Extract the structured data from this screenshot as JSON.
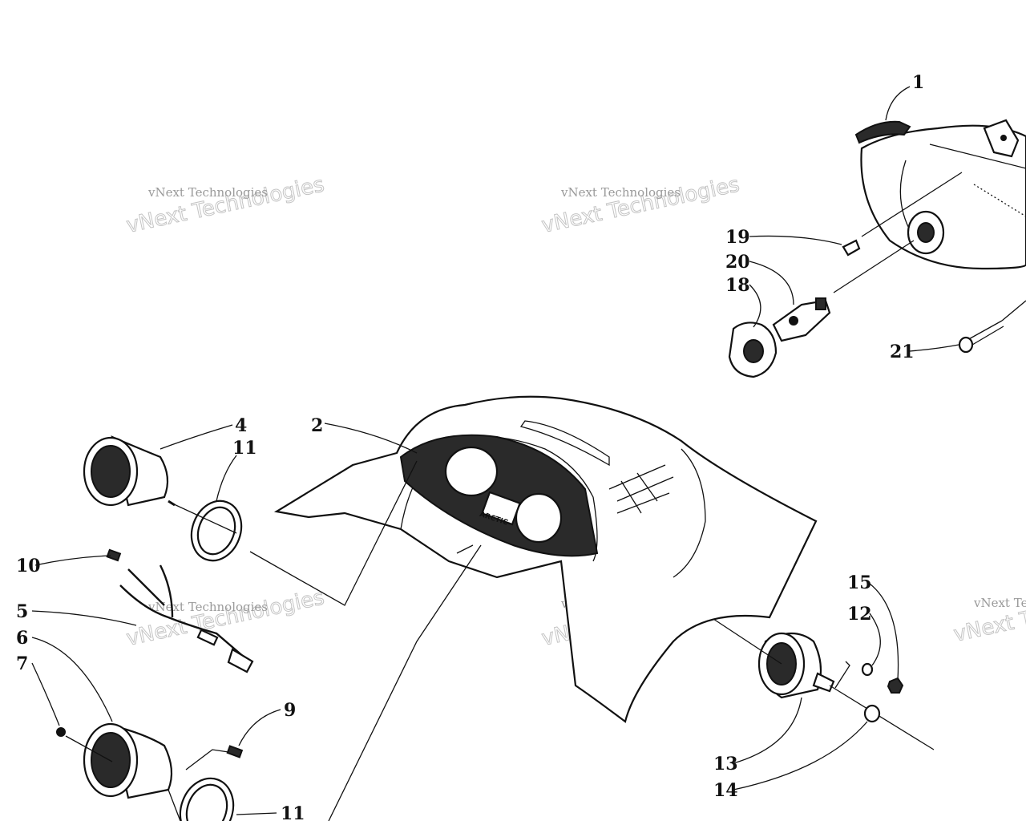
{
  "callouts": {
    "c1": "1",
    "c2": "2",
    "c4": "4",
    "c5": "5",
    "c6": "6",
    "c7": "7",
    "c9": "9",
    "c10": "10",
    "c11a": "11",
    "c11b": "11",
    "c12": "12",
    "c13": "13",
    "c14": "14",
    "c15": "15",
    "c18": "18",
    "c19": "19",
    "c20": "20",
    "c21": "21"
  },
  "watermark": {
    "small": "vNext Technologies",
    "big": "vNext Technologies"
  },
  "hood_decal": "ARCTIC"
}
